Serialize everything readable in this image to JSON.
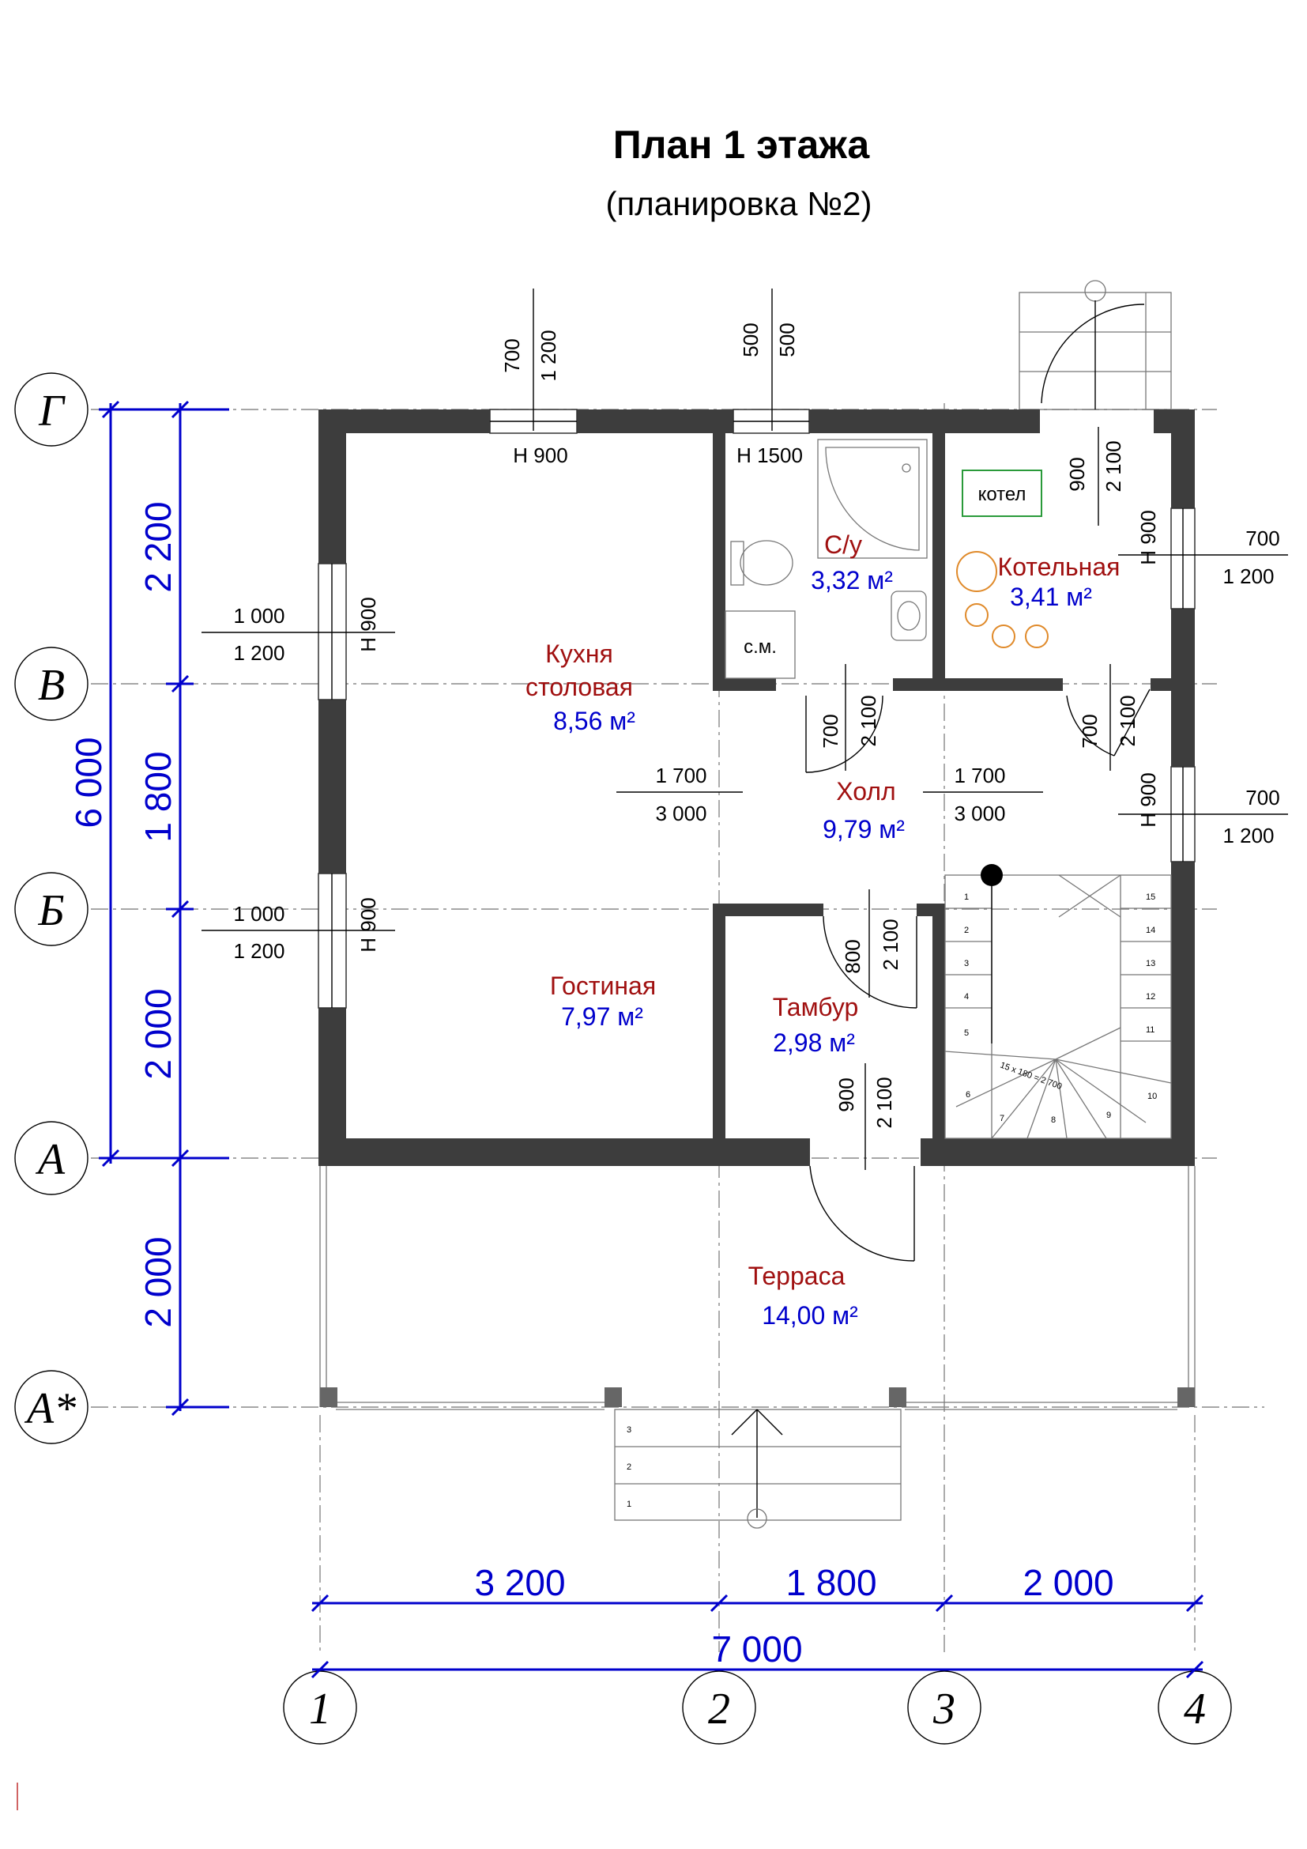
{
  "title": "План 1 этажа",
  "subtitle": "(планировка №2)",
  "axes": {
    "rows": [
      "Г",
      "В",
      "Б",
      "А",
      "А*"
    ],
    "cols": [
      "1",
      "2",
      "3",
      "4"
    ]
  },
  "dims_left": {
    "total": "6 000",
    "g_v": "2 200",
    "v_b": "1 800",
    "b_a": "2 000",
    "a_a2": "2 000"
  },
  "dims_bottom": {
    "c12": "3 200",
    "c23": "1 800",
    "c34": "2 000",
    "total": "7 000"
  },
  "rooms": {
    "kitchen": {
      "name1": "Кухня",
      "name2": "столовая",
      "area": "8,56 м²"
    },
    "bath": {
      "name": "С/у",
      "area": "3,32 м²"
    },
    "boiler_room": {
      "name": "Котельная",
      "area": "3,41 м²"
    },
    "hall": {
      "name": "Холл",
      "area": "9,79 м²"
    },
    "living": {
      "name": "Гостиная",
      "area": "7,97 м²"
    },
    "vestibule": {
      "name": "Тамбур",
      "area": "2,98 м²"
    },
    "terrace": {
      "name": "Терраса",
      "area": "14,00 м²"
    }
  },
  "fixtures": {
    "boiler": "котел",
    "washer": "с.м."
  },
  "openings": {
    "win_top_kitchen": {
      "w": "700",
      "h": "1 200",
      "sill": "Н 900"
    },
    "win_top_bath": {
      "w": "500",
      "h": "500",
      "sill": "Н 1500"
    },
    "door_boiler_ext": {
      "w": "900",
      "h": "2 100"
    },
    "win_left_kitchen": {
      "w": "1 000",
      "h": "1 200",
      "sill": "Н 900"
    },
    "win_left_living": {
      "w": "1 000",
      "h": "1 200",
      "sill": "Н 900"
    },
    "win_right_boiler": {
      "w": "700",
      "h": "1 200",
      "sill": "Н 900"
    },
    "win_right_hall": {
      "w": "700",
      "h": "1 200",
      "sill": "Н 900"
    },
    "door_bath": {
      "w": "700",
      "h": "2 100"
    },
    "door_boiler": {
      "w": "700",
      "h": "2 100"
    },
    "arch_left": {
      "w": "1 700",
      "h": "3 000"
    },
    "arch_right": {
      "w": "1 700",
      "h": "3 000"
    },
    "door_vestibule": {
      "w": "800",
      "h": "2 100"
    },
    "door_entry": {
      "w": "900",
      "h": "2 100"
    }
  },
  "stair_note": "15 x 180 = 2 700",
  "stair_steps": [
    "1",
    "2",
    "3",
    "4",
    "5",
    "6",
    "7",
    "8",
    "9",
    "10",
    "11",
    "12",
    "13",
    "14",
    "15"
  ],
  "porch_steps": [
    "1",
    "2",
    "3"
  ]
}
